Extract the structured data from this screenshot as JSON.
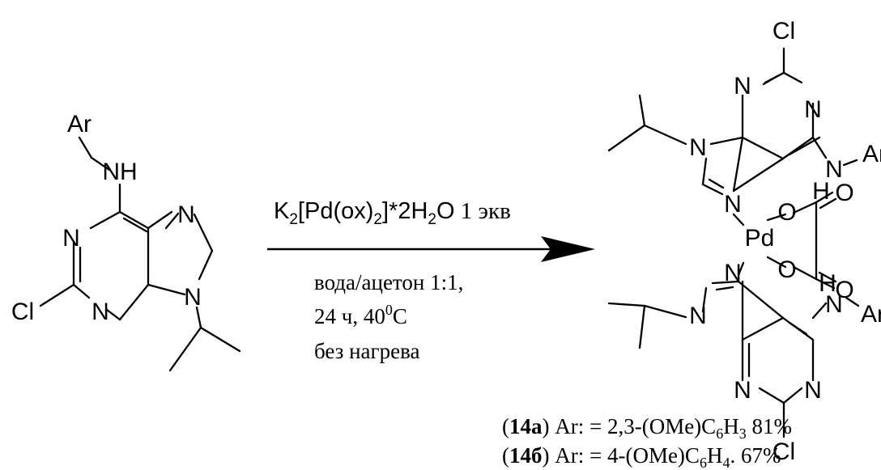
{
  "reactant": {
    "ar": "Ar",
    "nh": "NH",
    "n1": "N",
    "n3": "N",
    "n7": "N",
    "n9": "N",
    "cl": "Cl"
  },
  "reagent": {
    "k": "K",
    "k_sub": "2",
    "pd_part": "[Pd(ox)",
    "ox_sub": "2",
    "close": "]*2H",
    "h2o_sub": "2",
    "o": "O",
    "equiv": " 1 экв"
  },
  "conditions": {
    "line1": "вода/ацетон 1:1,",
    "line2_a": "24 ч, 40",
    "line2_sup": "0",
    "line2_c": "C",
    "line3": "без нагрева"
  },
  "product": {
    "cl_top": "Cl",
    "n_top_a": "N",
    "n_top_b": "N",
    "n_top_9": "N",
    "n_top_nar": "N",
    "ar_top": "Ar",
    "n_top_7": "N",
    "o_left_top": "O",
    "o_right_top": "O",
    "h_top": "H",
    "pd": "Pd",
    "n_bot_7": "N",
    "o_left_bot": "O",
    "o_right_bot": "O",
    "h_bot": "H",
    "n_bot_nar": "N",
    "ar_bot": "Ar",
    "n_bot_9": "N",
    "n_bot_a": "N",
    "n_bot_b": "N",
    "cl_bot": "Cl"
  },
  "legend": [
    {
      "open": "(",
      "code": "14а",
      "rest": ") Ar: = 2,3-(OMe)C",
      "s1": "6",
      "mid": "H",
      "s2": "3",
      "tail": " 81%"
    },
    {
      "open": "(",
      "code": "14б",
      "rest": ") Ar: = 4-(OMe)C",
      "s1": "6",
      "mid": "H",
      "s2": "4",
      "tail": ".   67%"
    }
  ]
}
